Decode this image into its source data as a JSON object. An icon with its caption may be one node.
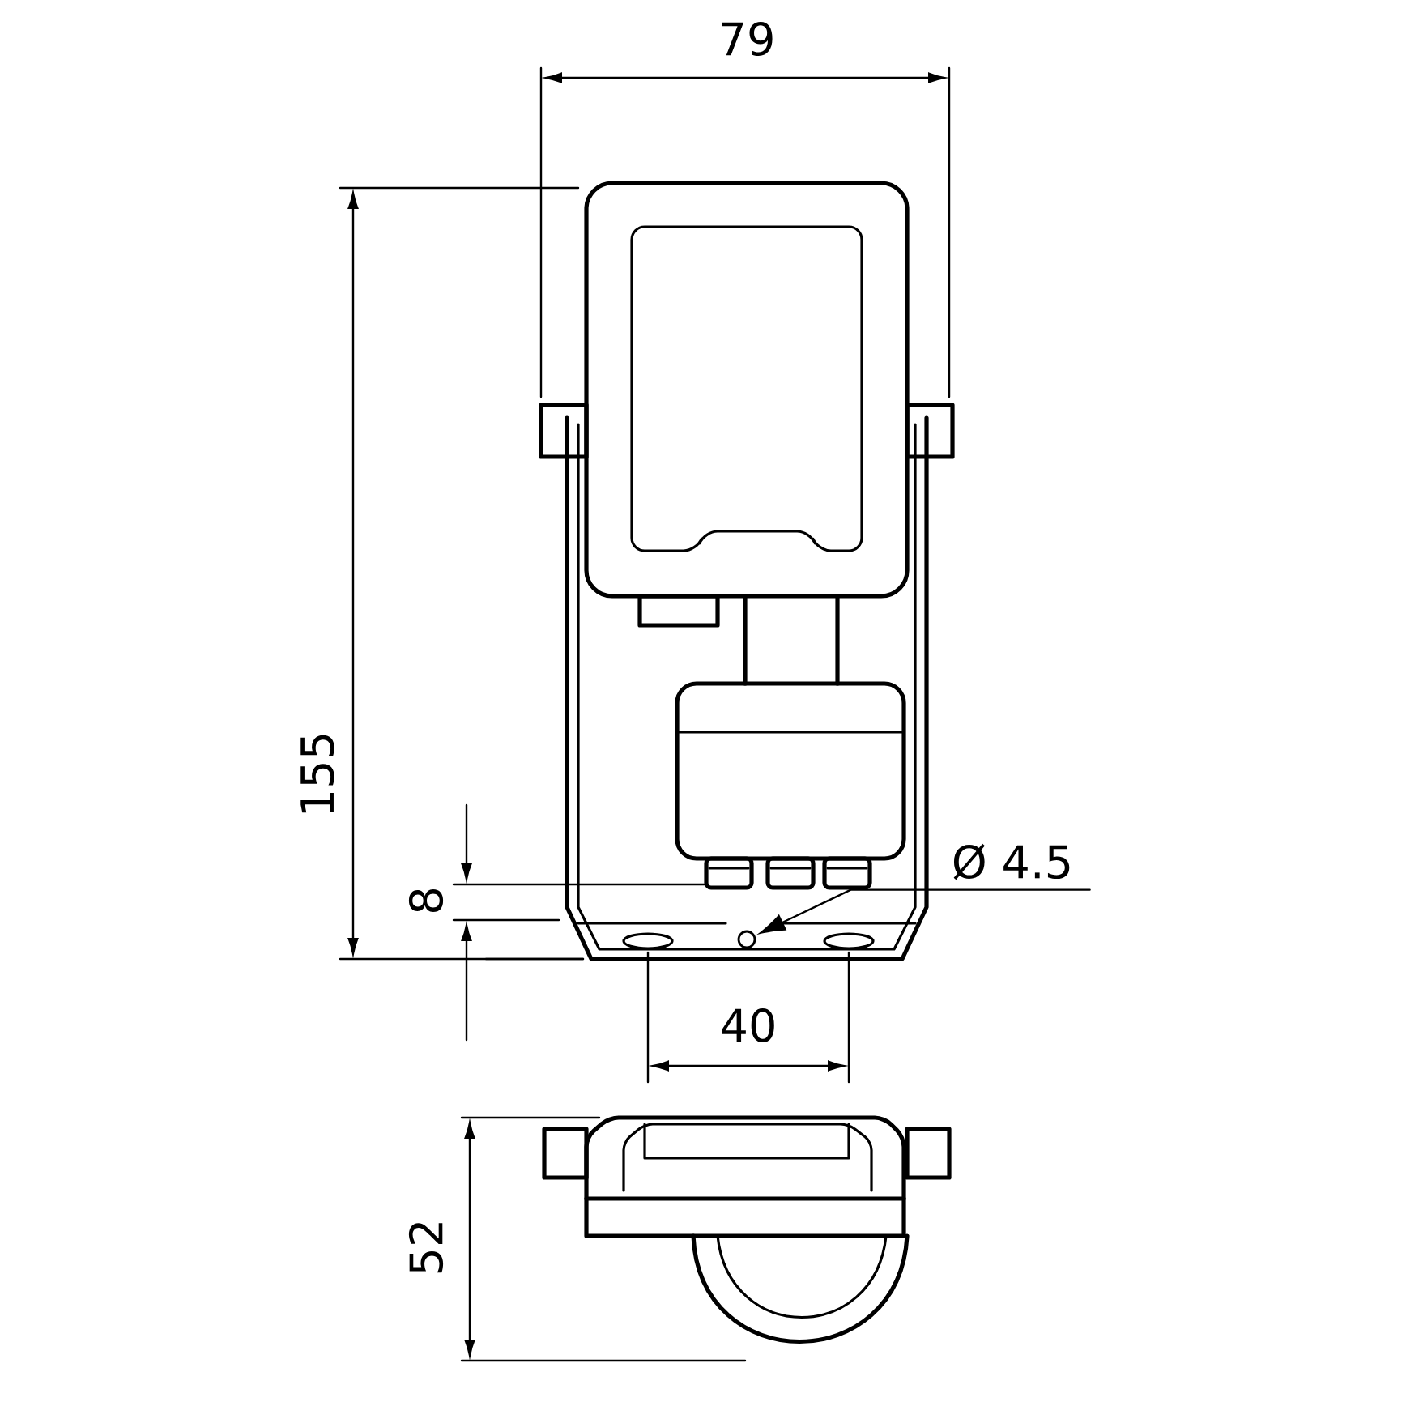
{
  "diagram": {
    "nodes": [
      {
        "text": [
          "Ø 4.5"
        ]
      },
      {
        "text": [],
        "shape": "circle"
      }
    ],
    "edges": [
      {
        "from": 0,
        "to": 1,
        "arrow": "to"
      }
    ],
    "labels": [
      "79",
      "155",
      "8",
      "40",
      "52"
    ]
  }
}
